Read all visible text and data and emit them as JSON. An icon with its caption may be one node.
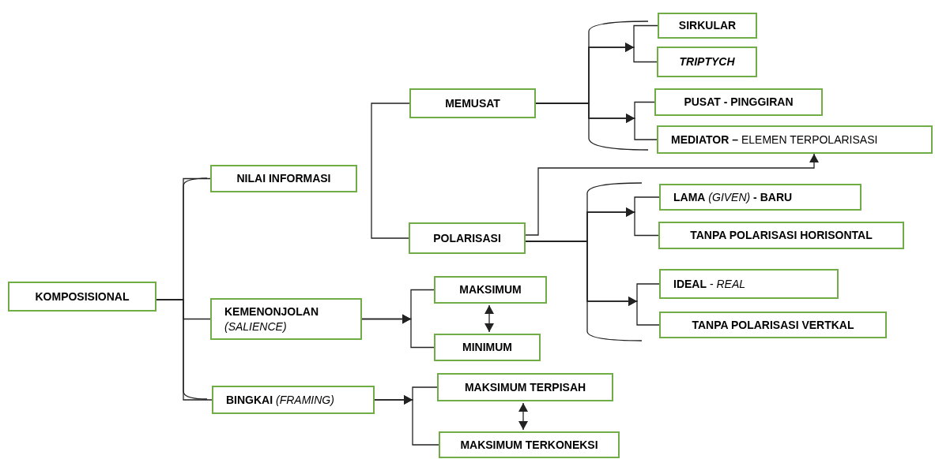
{
  "diagram": {
    "nodes": [
      {
        "text": [
          "KOMPOSISIONAL"
        ]
      },
      {
        "text": [
          "NILAI INFORMASI"
        ]
      },
      {
        "text": [
          "**KEMENONJOLAN**",
          "*(SALIENCE)*"
        ]
      },
      {
        "text": [
          "**BINGKAI** *(FRAMING)*"
        ]
      },
      {
        "text": [
          "MEMUSAT"
        ]
      },
      {
        "text": [
          "POLARISASI"
        ]
      },
      {
        "text": [
          "MAKSIMUM"
        ]
      },
      {
        "text": [
          "MINIMUM"
        ]
      },
      {
        "text": [
          "MAKSIMUM TERPISAH"
        ]
      },
      {
        "text": [
          "MAKSIMUM TERKONEKSI"
        ]
      },
      {
        "text": [
          "SIRKULAR"
        ]
      },
      {
        "text": [
          "*TRIPTYCH*"
        ]
      },
      {
        "text": [
          "PUSAT - PINGGIRAN"
        ]
      },
      {
        "text": [
          "**MEDIATOR –** ELEMEN TERPOLARISASI"
        ]
      },
      {
        "text": [
          "**LAMA** *(GIVEN)* **- BARU**"
        ]
      },
      {
        "text": [
          "TANPA POLARISASI HORISONTAL"
        ]
      },
      {
        "text": [
          "**IDEAL** - *REAL*"
        ]
      },
      {
        "text": [
          "TANPA POLARISASI VERTKAL"
        ]
      }
    ],
    "edges": [
      {
        "from": 0,
        "to": 1,
        "arrow": "none"
      },
      {
        "from": 0,
        "to": 2,
        "arrow": "none"
      },
      {
        "from": 0,
        "to": 3,
        "arrow": "none"
      },
      {
        "from": 4,
        "to": 5,
        "arrow": "none"
      },
      {
        "from": 4,
        "to": 10,
        "arrow": "to"
      },
      {
        "from": 4,
        "to": 11,
        "arrow": "to"
      },
      {
        "from": 4,
        "to": 12,
        "arrow": "to"
      },
      {
        "from": 4,
        "to": 13,
        "arrow": "to"
      },
      {
        "from": 5,
        "to": 13,
        "arrow": "to"
      },
      {
        "from": 5,
        "to": 14,
        "arrow": "to"
      },
      {
        "from": 5,
        "to": 15,
        "arrow": "to"
      },
      {
        "from": 5,
        "to": 16,
        "arrow": "to"
      },
      {
        "from": 5,
        "to": 17,
        "arrow": "to"
      },
      {
        "from": 2,
        "to": 6,
        "arrow": "to"
      },
      {
        "from": 2,
        "to": 7,
        "arrow": "to"
      },
      {
        "from": 6,
        "to": 7,
        "arrow": "both"
      },
      {
        "from": 3,
        "to": 8,
        "arrow": "to"
      },
      {
        "from": 3,
        "to": 9,
        "arrow": "to"
      },
      {
        "from": 8,
        "to": 9,
        "arrow": "both"
      }
    ]
  }
}
